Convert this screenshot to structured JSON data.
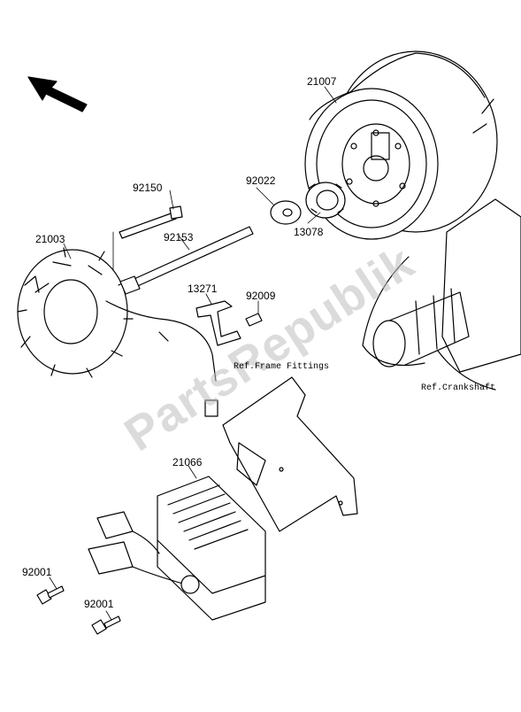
{
  "watermark": "PartsRepublik",
  "references": {
    "frame_fittings": "Ref.Frame Fittings",
    "crankshaft": "Ref.Crankshaft"
  },
  "parts": [
    {
      "id": "21007"
    },
    {
      "id": "92022"
    },
    {
      "id": "13078"
    },
    {
      "id": "92150"
    },
    {
      "id": "92153"
    },
    {
      "id": "21003"
    },
    {
      "id": "13271"
    },
    {
      "id": "92009"
    },
    {
      "id": "21066"
    },
    {
      "id": "92001"
    },
    {
      "id": "92001"
    }
  ]
}
